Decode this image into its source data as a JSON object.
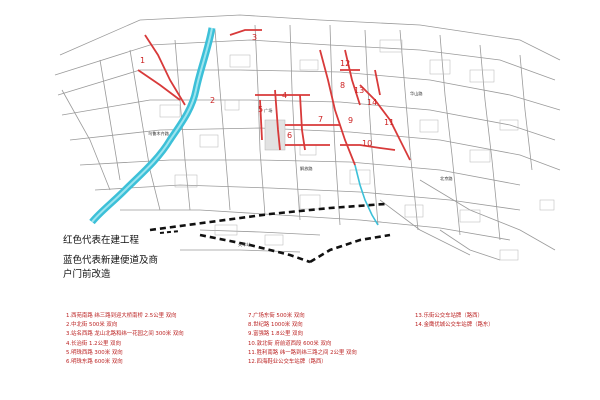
{
  "legend": {
    "red": "红色代表在建工程",
    "blue_line1": "蓝色代表新建便道及商",
    "blue_line2": "户门前改造"
  },
  "colors": {
    "construction": "#d83a3a",
    "river": "#3cc0d8",
    "railway": "#111111",
    "road": "#9a9a9a"
  },
  "map_labels": {
    "route_numbers": [
      "1",
      "2",
      "3",
      "4",
      "5",
      "6",
      "7",
      "8",
      "9",
      "10",
      "11",
      "12",
      "13",
      "14"
    ],
    "place_names": [
      "乌鲁木齐路",
      "华山路",
      "解放路",
      "北京路",
      "广场",
      "火车站"
    ]
  },
  "routes": [
    "1.西苑南路 纬三路到迎大桥南桥 2.5公里 双向",
    "2.中北街 500米 双向",
    "3.站名西路 龙山北路和纬一花园之间 300米 双向",
    "4.长治街 1.2公里 双向",
    "5.明珠西路 300米 双向",
    "6.明珠东路 600米 双向",
    "7.广场东街 500米 双向",
    "8.世纪路 1000米 双向",
    "9.富强路 1.8公里 双向",
    "10.敦北街 府前道西段 600米 双向",
    "11.胜利南路 纬一路到纬三路之间 2公里 双向",
    "12.四海鞋业公交车站牌（路西）",
    "13.乐街公交车站牌（路西）",
    "14.金鹰优城公交车站牌（路东）"
  ]
}
